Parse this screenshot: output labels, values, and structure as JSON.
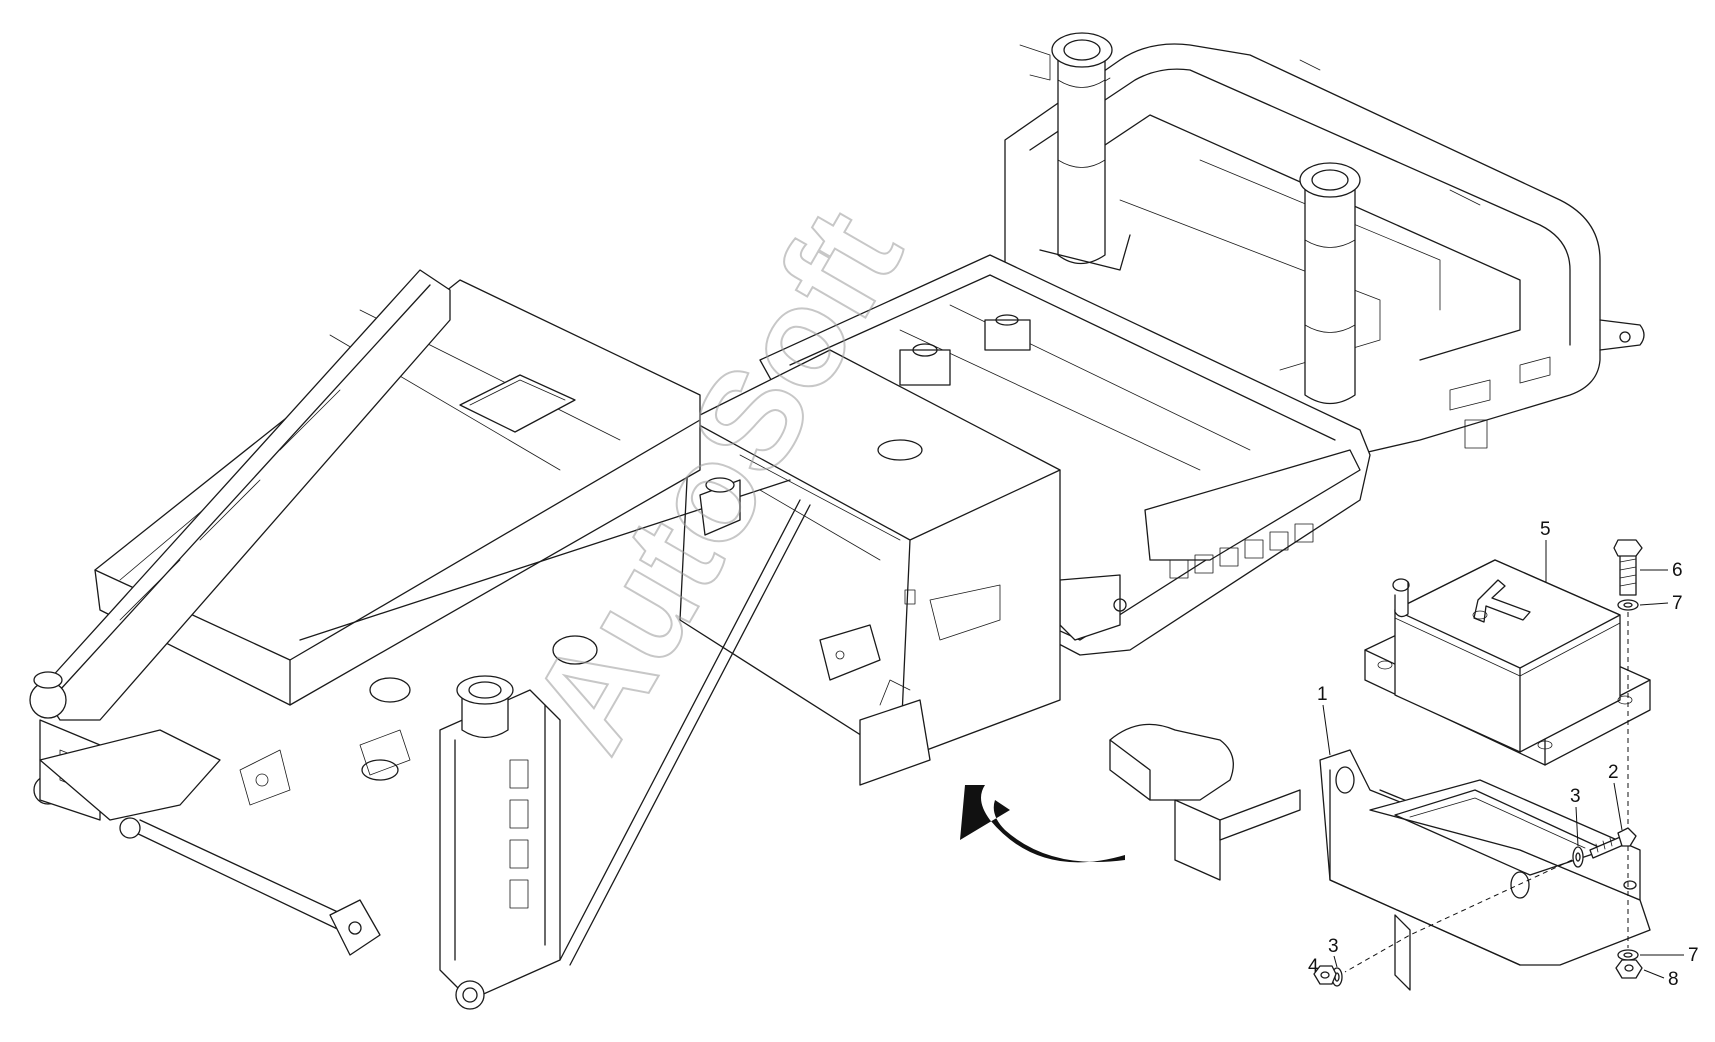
{
  "diagram": {
    "watermark": "AutoSoft",
    "callouts": [
      {
        "id": "c1",
        "label": "1"
      },
      {
        "id": "c2",
        "label": "2"
      },
      {
        "id": "c3a",
        "label": "3"
      },
      {
        "id": "c3b",
        "label": "3"
      },
      {
        "id": "c4",
        "label": "4"
      },
      {
        "id": "c5",
        "label": "5"
      },
      {
        "id": "c6",
        "label": "6"
      },
      {
        "id": "c7a",
        "label": "7"
      },
      {
        "id": "c7b",
        "label": "7"
      },
      {
        "id": "c8",
        "label": "8"
      }
    ]
  }
}
